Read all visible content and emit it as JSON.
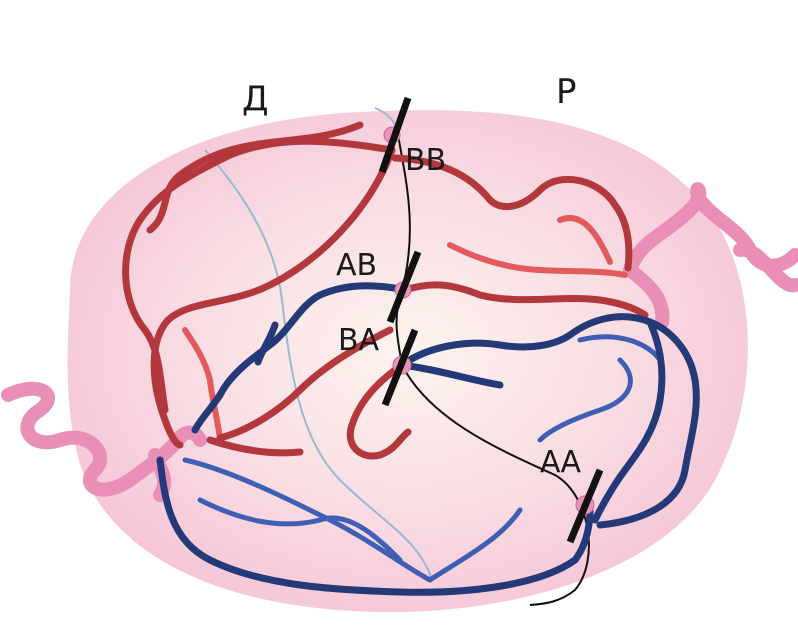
{
  "diagram": {
    "side_labels": {
      "left": "Д",
      "right": "Р"
    },
    "node_labels": {
      "bb": "ВВ",
      "ab": "АВ",
      "ba": "ВА",
      "aa": "АА"
    },
    "colors": {
      "background": "#ffffff",
      "organ_fill": "#f6c9da",
      "organ_center": "#fdf3ee",
      "artery": "#b3383d",
      "artery_light": "#e25a5c",
      "vein": "#243a78",
      "vein_light": "#3f5fb4",
      "vessel_pink": "#e98fb6",
      "thin_line": "#9bb8d2",
      "cut_mark": "#111111",
      "node": "#e995bb"
    }
  }
}
